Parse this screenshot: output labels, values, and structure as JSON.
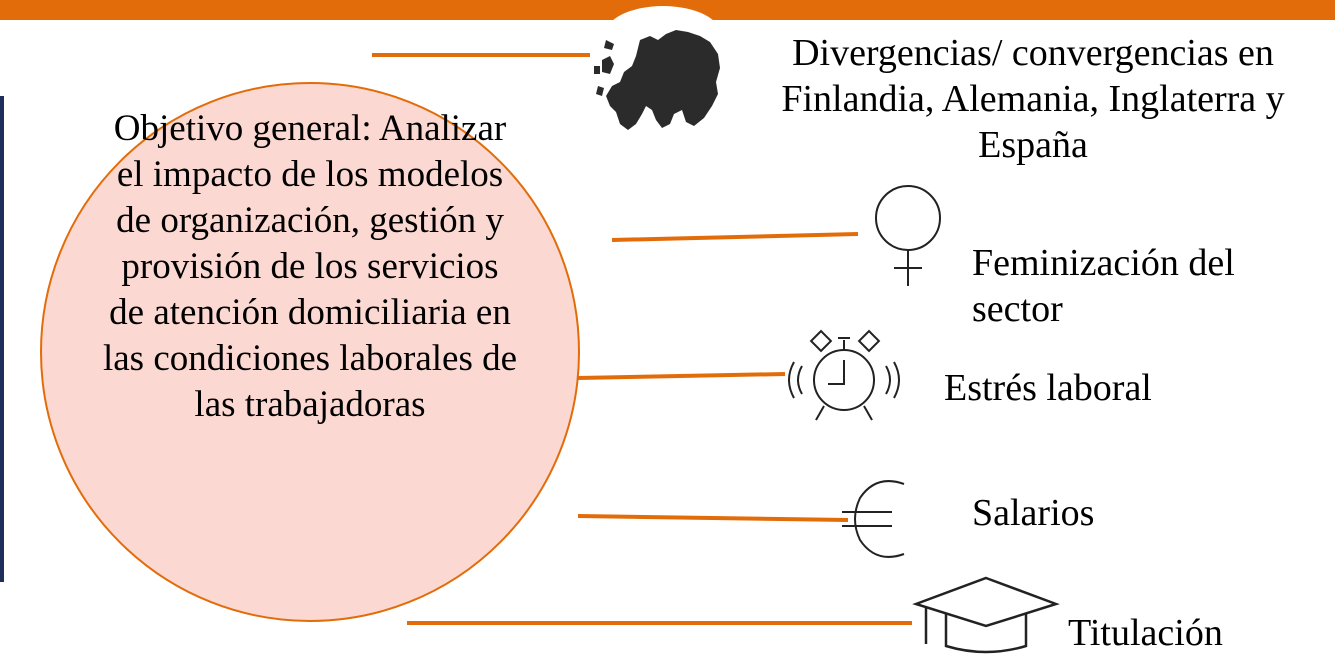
{
  "colors": {
    "accent": "#e36c0a",
    "circle_fill": "#fbd9d2",
    "left_rule": "#1f2d5a",
    "europe_icon": "#2b2b2b"
  },
  "objective": {
    "text": "Objetivo general: Analizar el impacto de los modelos de organización, gestión y provisión de los servicios de atención domiciliaria en las condiciones laborales de las trabajadoras"
  },
  "topics": {
    "europe": {
      "icon": "europe-map-icon",
      "label": "Divergencias/ convergencias en Finlandia, Alemania, Inglaterra y España"
    },
    "feminization": {
      "icon": "female-symbol-icon",
      "label": "Feminización del sector"
    },
    "stress": {
      "icon": "alarm-clock-icon",
      "label": "Estrés laboral"
    },
    "salaries": {
      "icon": "euro-icon",
      "label": "Salarios"
    },
    "qualification": {
      "icon": "graduation-cap-icon",
      "label": "Titulación"
    }
  }
}
